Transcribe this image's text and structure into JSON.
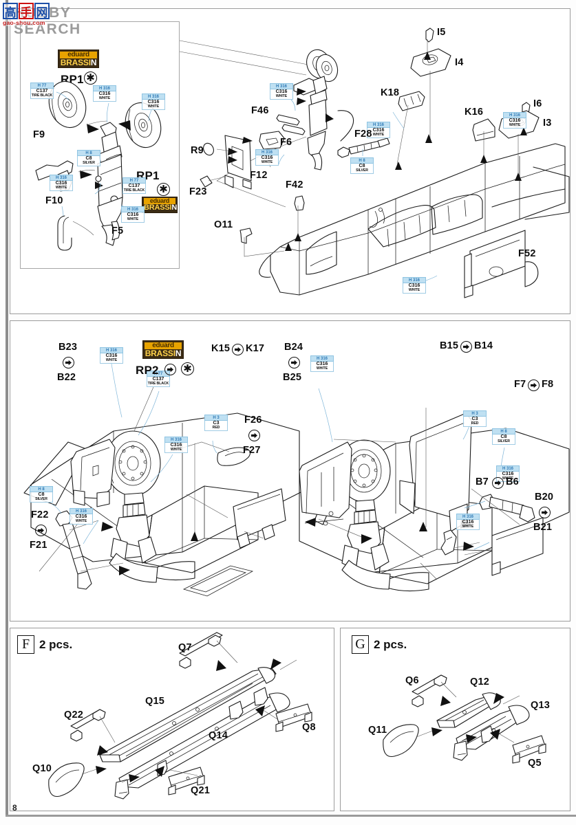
{
  "document": {
    "kind": "model-kit-instruction-sheet",
    "brand": "eduard",
    "line": "BRASSIN",
    "page_number": "8"
  },
  "watermark": {
    "text": "HOBBY SEARCH",
    "url": "gao-shou.com",
    "cn_chars": [
      "高",
      "手",
      "网"
    ]
  },
  "logo": {
    "top_line": "eduard",
    "bottom_line": "BRASSIN",
    "bottom_line_tail": "N"
  },
  "symbols": {
    "mirror": "mirror-pair-arrow",
    "star": "✱",
    "brassin_star": "✱"
  },
  "panels": {
    "top": {
      "name": "nose-landing-gear-and-forward-fuselage",
      "subpanel": {
        "name": "nose-gear-subassembly",
        "brassin_badge": true,
        "rp_left": "RP1",
        "rp_right": "RP1",
        "labels": [
          "F9",
          "F10",
          "F5"
        ],
        "paints": [
          {
            "h": "H 77",
            "c": "C137",
            "name": "TIRE BLACK"
          },
          {
            "h": "H 316",
            "c": "C316",
            "name": "WHITE"
          },
          {
            "h": "H 316",
            "c": "C316",
            "name": "WHITE"
          },
          {
            "h": "H 8",
            "c": "C8",
            "name": "SILVER"
          },
          {
            "h": "H 316",
            "c": "C316",
            "name": "WHITE"
          },
          {
            "h": "H 77",
            "c": "C137",
            "name": "TIRE BLACK"
          },
          {
            "h": "H 316",
            "c": "C316",
            "name": "WHITE"
          }
        ]
      },
      "labels": [
        "I5",
        "I4",
        "I6",
        "I3",
        "K18",
        "K16",
        "F46",
        "F6",
        "F28",
        "R9",
        "F23",
        "F12",
        "F42",
        "O11",
        "F52"
      ],
      "paints": [
        {
          "h": "H 316",
          "c": "C316",
          "name": "WHITE"
        },
        {
          "h": "H 316",
          "c": "C316",
          "name": "WHITE"
        },
        {
          "h": "H 316",
          "c": "C316",
          "name": "WHITE"
        },
        {
          "h": "H 316",
          "c": "C316",
          "name": "WHITE"
        },
        {
          "h": "H 8",
          "c": "C8",
          "name": "SILVER"
        },
        {
          "h": "H 316",
          "c": "C316",
          "name": "WHITE"
        }
      ]
    },
    "mid": {
      "name": "main-landing-gear-bays-left-and-right",
      "brassin_badge": true,
      "rp": "RP2",
      "pairs": [
        {
          "left": "B23",
          "right": "B22"
        },
        {
          "left": "K15",
          "right": "K17"
        },
        {
          "left": "F26",
          "right": "F27"
        },
        {
          "left": "F22",
          "right": "F21"
        },
        {
          "left": "B24",
          "right": "B25"
        },
        {
          "left": "B15",
          "right": "B14"
        },
        {
          "left": "F7",
          "right": "F8"
        },
        {
          "left": "B7",
          "right": "B6"
        },
        {
          "left": "B20",
          "right": "B21"
        }
      ],
      "paints": [
        {
          "h": "H 316",
          "c": "C316",
          "name": "WHITE"
        },
        {
          "h": "H 77",
          "c": "C137",
          "name": "TIRE BLACK"
        },
        {
          "h": "H 316",
          "c": "C316",
          "name": "WHITE"
        },
        {
          "h": "H 3",
          "c": "C3",
          "name": "RED"
        },
        {
          "h": "H 8",
          "c": "C8",
          "name": "SILVER"
        },
        {
          "h": "H 316",
          "c": "C316",
          "name": "WHITE"
        },
        {
          "h": "H 316",
          "c": "C316",
          "name": "WHITE"
        },
        {
          "h": "H 3",
          "c": "C3",
          "name": "RED"
        },
        {
          "h": "H 8",
          "c": "C8",
          "name": "SILVER"
        },
        {
          "h": "H 316",
          "c": "C316",
          "name": "WHITE"
        },
        {
          "h": "H 316",
          "c": "C316",
          "name": "WHITE"
        }
      ]
    },
    "bottom_f": {
      "id": "F",
      "count": "2 pcs.",
      "name": "pylon-launch-rail-assembly-f",
      "labels": [
        "Q7",
        "Q15",
        "Q22",
        "Q10",
        "Q14",
        "Q8",
        "Q21"
      ]
    },
    "bottom_g": {
      "id": "G",
      "count": "2 pcs.",
      "name": "pylon-launch-rail-assembly-g",
      "labels": [
        "Q6",
        "Q12",
        "Q13",
        "Q11",
        "Q5"
      ]
    }
  }
}
